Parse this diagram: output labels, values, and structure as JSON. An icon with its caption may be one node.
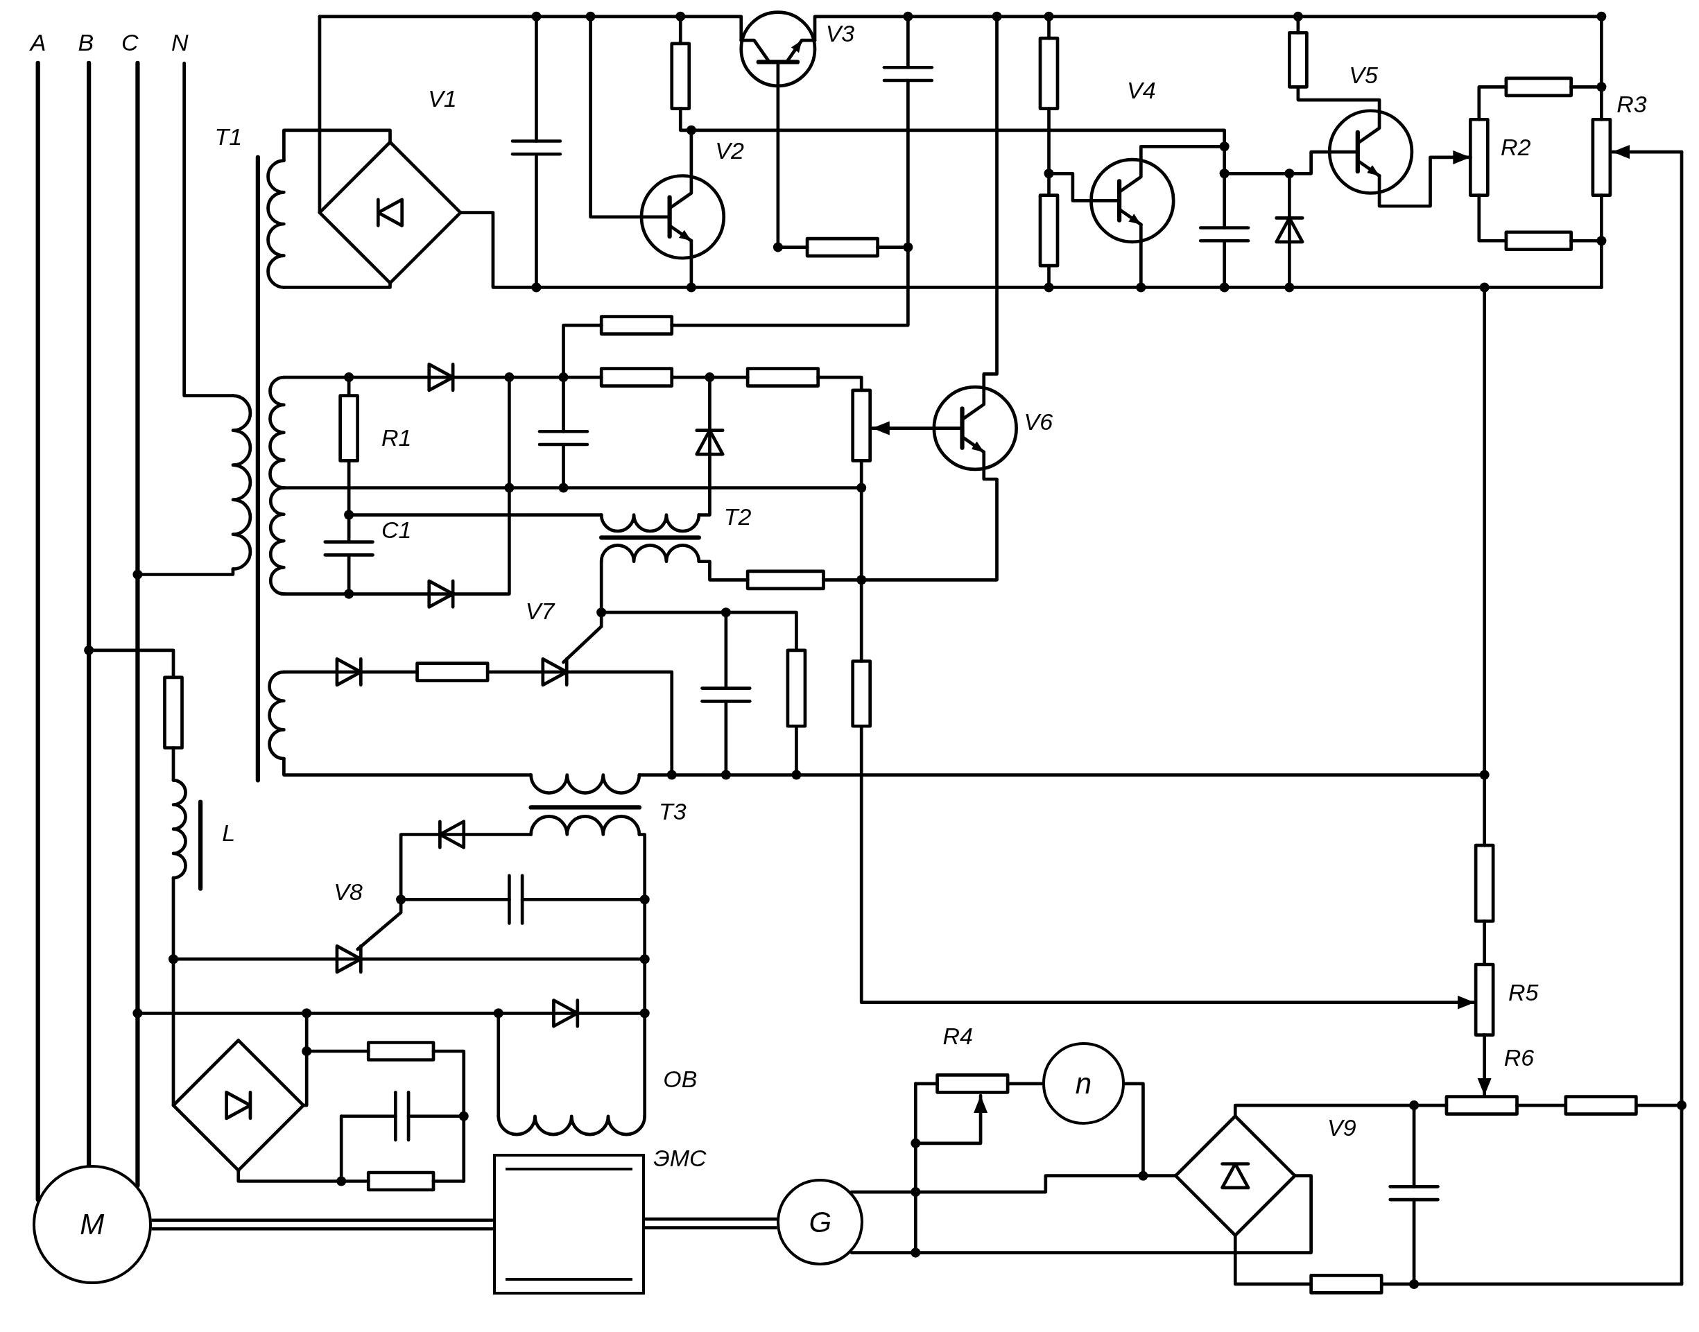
{
  "diagram": {
    "nodes": [
      {
        "text": [
          "M"
        ]
      },
      {
        "text": [],
        "shape": "box",
        "beside": [
          "ЭМС"
        ]
      },
      {
        "text": [
          "G"
        ]
      },
      {
        "text": [
          "n"
        ]
      }
    ],
    "edges": [
      {
        "from": 0,
        "to": 1,
        "arrow": "none"
      },
      {
        "from": 1,
        "to": 2,
        "arrow": "none"
      }
    ],
    "labels": [
      "A",
      "B",
      "C",
      "N",
      "V3",
      "V1",
      "T1",
      "V2",
      "V4",
      "V5",
      "R2",
      "R3",
      "R1",
      "V6",
      "T2",
      "C1",
      "V7",
      "T3",
      "L",
      "V8",
      "ОВ",
      "R4",
      "R5",
      "R6",
      "V9"
    ]
  }
}
